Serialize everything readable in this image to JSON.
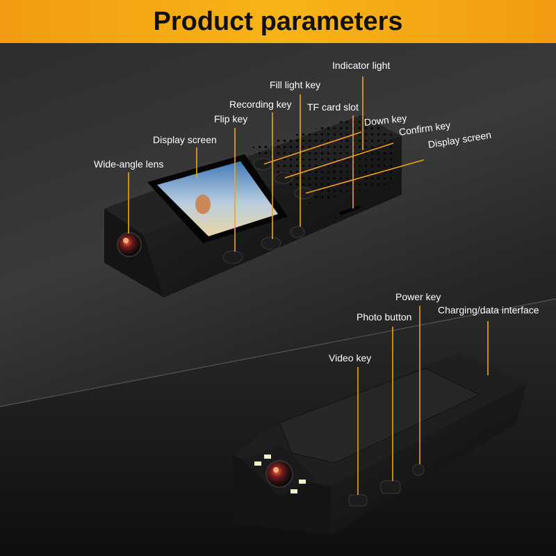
{
  "header": {
    "title": "Product parameters"
  },
  "colors": {
    "banner": "#f6b416",
    "accent_line": "#f3a21a",
    "text": "#ffffff"
  },
  "top_view": {
    "labels": {
      "indicator_light": "Indicator light",
      "fill_light_key": "Fill light key",
      "recording_key": "Recording key",
      "tf_card_slot": "TF card slot",
      "flip_key": "Flip key",
      "down_key": "Down key",
      "confirm_key": "Confirm key",
      "display_screen_left": "Display screen",
      "display_screen_right": "Display screen",
      "wide_angle_lens": "Wide-angle lens"
    }
  },
  "bottom_view": {
    "labels": {
      "power_key": "Power key",
      "photo_button": "Photo button",
      "charging_data_interface": "Charging/data interface",
      "video_key": "Video key"
    }
  }
}
